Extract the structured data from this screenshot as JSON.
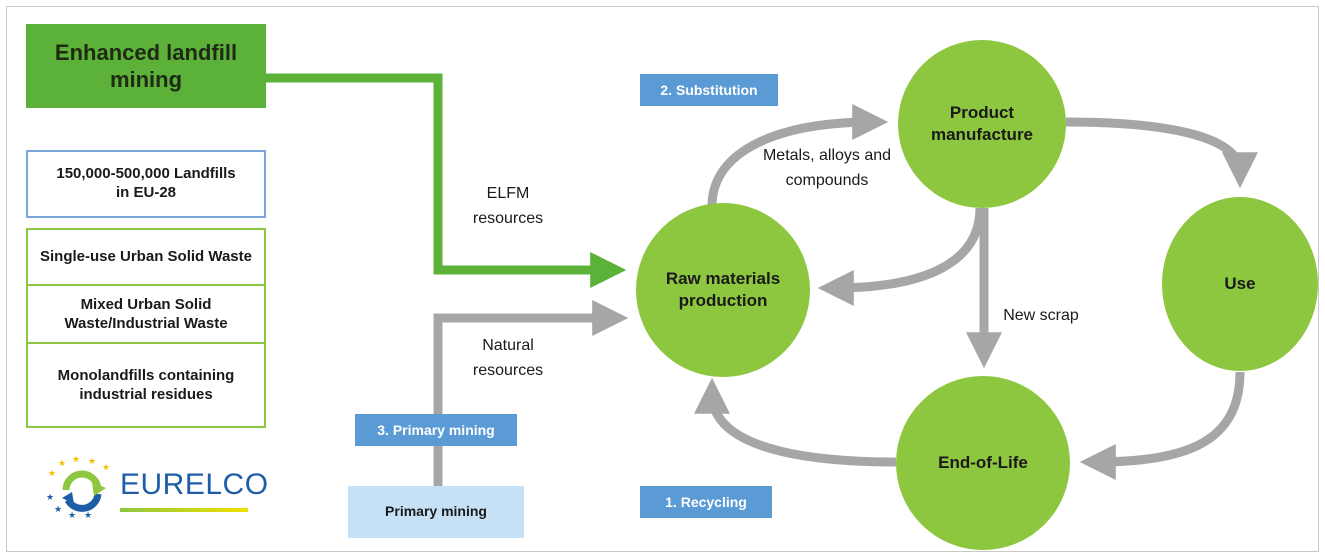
{
  "source_boxes": {
    "elfm": "Enhanced landfill mining",
    "landfills": "150,000-500,000 Landfills in EU-28",
    "categories": [
      "Single-use Urban Solid Waste",
      "Mixed Urban Solid Waste/Industrial Waste",
      "Monolandfills containing industrial residues"
    ],
    "primary_mining_box": "Primary mining"
  },
  "tags": {
    "substitution": "2. Substitution",
    "primary_mining": "3. Primary mining",
    "recycling": "1. Recycling"
  },
  "nodes": {
    "raw": "Raw materials production",
    "product": "Product manufacture",
    "use": "Use",
    "eol": "End-of-Life"
  },
  "flow_labels": {
    "elfm_resources": "ELFM resources",
    "metals": "Metals, alloys and compounds",
    "natural_resources": "Natural resources",
    "new_scrap": "New scrap"
  },
  "logo": {
    "text": "EURELCO",
    "icon": "recycle-stars-icon"
  },
  "colors": {
    "elfm_green": "#5cb138",
    "node_green": "#8dc63f",
    "tag_blue": "#5b9bd5",
    "light_blue": "#c6e0f5",
    "arrow_grey": "#a6a6a6",
    "logo_blue": "#1e5ea8"
  }
}
